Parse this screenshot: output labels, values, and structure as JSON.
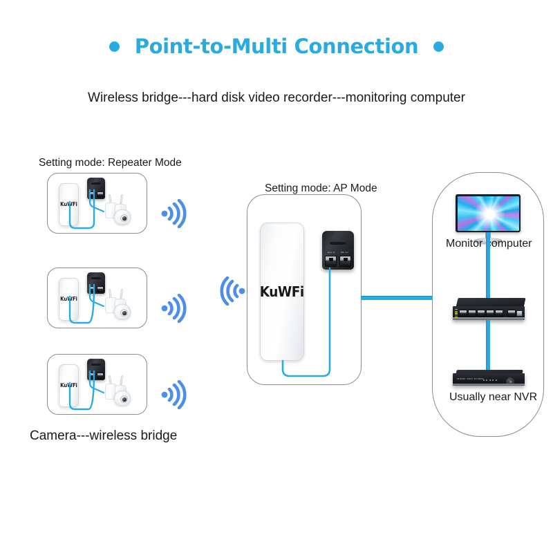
{
  "title": {
    "text": "Point-to-Multi Connection",
    "accent_color": "#29abe2",
    "left_dot": "dot-icon",
    "right_dot": "dot-icon"
  },
  "subtitle": {
    "text": "Wireless bridge---hard disk video recorder---monitoring computer"
  },
  "captions": {
    "repeater_mode": "Setting mode: Repeater Mode",
    "ap_mode": "Setting mode: AP Mode",
    "bottom_left": "Camera---wireless bridge",
    "monitor": "Monitor computer",
    "nvr": "Usually near NVR"
  },
  "devices": {
    "cpe_logo": "KuWFi",
    "poe_port_labels": [
      "Data In",
      "POE Out"
    ],
    "nvr_brand": "NETWORK VIDEO RECORDER"
  },
  "repeater_units": [
    {
      "cpe_logo": "KuWFi",
      "wifi_icon": "wifi-signal-icon"
    },
    {
      "cpe_logo": "KuWFi",
      "wifi_icon": "wifi-signal-icon"
    },
    {
      "cpe_logo": "KuWFi",
      "wifi_icon": "wifi-signal-icon"
    }
  ],
  "colors": {
    "accent": "#29abe2",
    "cable": "#29abe2",
    "wifi": "#4d8ee8",
    "outline": "#8c8c8c",
    "text": "#1a1a1a"
  }
}
